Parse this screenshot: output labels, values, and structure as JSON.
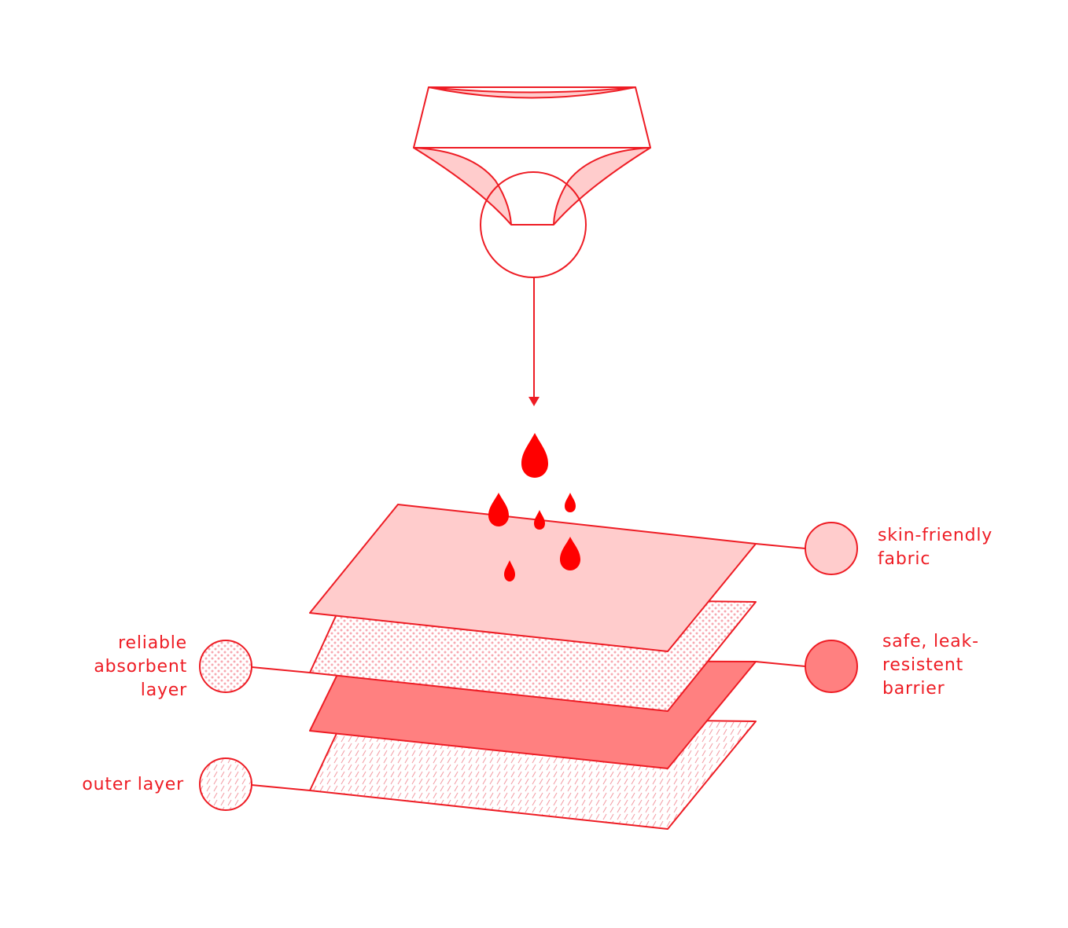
{
  "colors": {
    "stroke": "#ee1c24",
    "drop": "#ff0000",
    "skin_fabric": "#ffcccc",
    "absorbent_dots": "#f7a9b1",
    "barrier": "#ff8080",
    "outer_hatch": "#f4a0a8",
    "white": "#ffffff"
  },
  "layers": [
    {
      "id": "skin",
      "lines": [
        "skin-friendly",
        "fabric"
      ],
      "swatch": "solid-light"
    },
    {
      "id": "absorbent",
      "lines": [
        "reliable",
        "absorbent",
        "layer"
      ],
      "swatch": "dots"
    },
    {
      "id": "barrier",
      "lines": [
        "safe, leak-",
        "resistent",
        "barrier"
      ],
      "swatch": "solid-medium"
    },
    {
      "id": "outer",
      "lines": [
        "outer layer"
      ],
      "swatch": "hatch"
    }
  ],
  "icons": {
    "garment": "underwear-icon",
    "drops": "blood-drop-icon",
    "arrow": "arrow-down-icon"
  }
}
